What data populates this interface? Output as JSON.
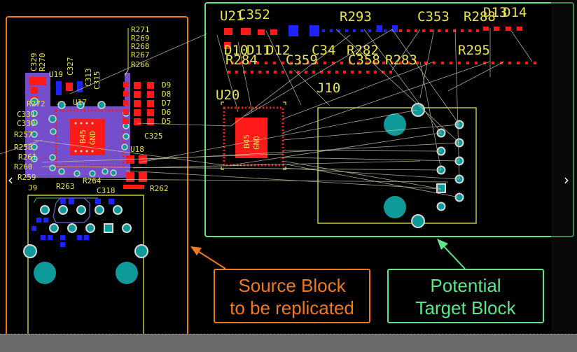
{
  "viewer": {
    "prev_label": "‹",
    "next_label": "›",
    "prev_icon": "chevron-left-icon",
    "next_icon": "chevron-right-icon"
  },
  "colors": {
    "source_block": "#ee7a1f",
    "target_block": "#5ee58a",
    "silkscreen": "#e8e34a",
    "top_copper": "#ff1a1a",
    "bottom_copper": "#1e22ff",
    "plated_hole": "#0f9a9a",
    "ratsnest": "#c8c6a8",
    "room_fill": "#8a5cf0"
  },
  "callouts": {
    "source": {
      "line1": "Source Block",
      "line2": "to be replicated"
    },
    "target": {
      "line1": "Potential",
      "line2": "Target Block"
    }
  },
  "source_block": {
    "designators": {
      "resistor_stack": [
        "R271",
        "R269",
        "R268",
        "R267",
        "R266"
      ],
      "leds": [
        "D9",
        "D8",
        "D7",
        "D6",
        "D5"
      ],
      "left_labels": [
        "C329",
        "R270",
        "U19",
        "C327",
        "C313",
        "C315",
        "U17",
        "R272",
        "C331",
        "C330",
        "R257",
        "R258",
        "R261",
        "R260",
        "R259",
        "J9",
        "R263",
        "R264",
        "C318",
        "C325",
        "U18",
        "R262"
      ],
      "chip_text": [
        "B45",
        "GND"
      ]
    }
  },
  "target_block": {
    "designators": {
      "top_row": [
        "U21",
        "C352",
        "R293",
        "C353",
        "R288",
        "D13",
        "D14"
      ],
      "second_row": [
        "D10",
        "D11",
        "D12",
        "C34",
        "R282",
        "R295"
      ],
      "third_row": [
        "R284",
        "C359",
        "C358",
        "R283"
      ],
      "u20": "U20",
      "j10": "J10",
      "chip_text": [
        "B45",
        "GND"
      ]
    }
  }
}
